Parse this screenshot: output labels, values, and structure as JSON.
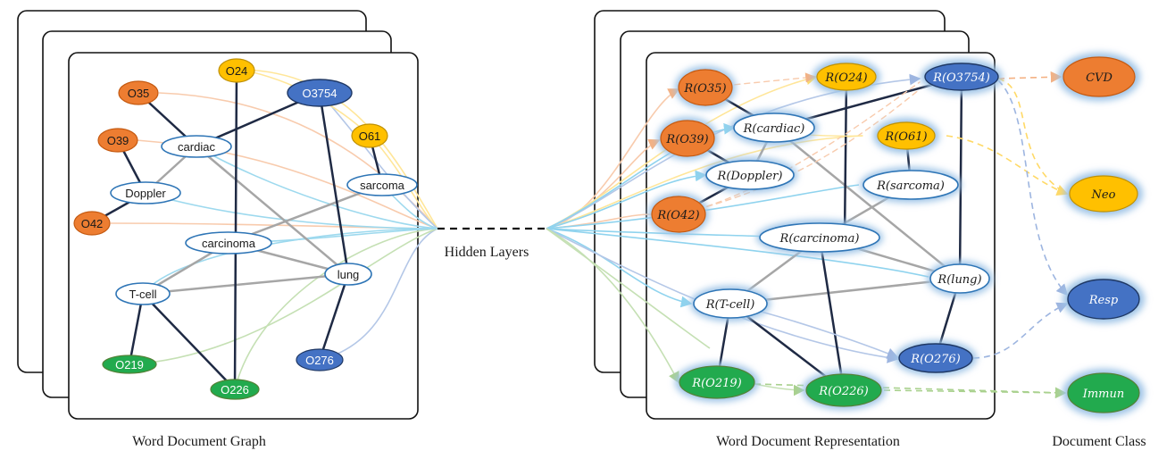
{
  "colors": {
    "cvd": "#ED7D31",
    "neo": "#FFC000",
    "resp": "#4472C4",
    "immun": "#22AA4E",
    "word_border": "#2E75B6",
    "edge_dark": "#1F2A44",
    "edge_gray": "#A6A6A6",
    "glow": "#9DC3E6"
  },
  "captions": {
    "graph": "Word Document Graph",
    "hidden": "Hidden Layers",
    "representation": "Word Document Representation",
    "class": "Document Class"
  },
  "graph_nodes": {
    "o35": "O35",
    "o24": "O24",
    "o3754": "O3754",
    "o39": "O39",
    "cardiac": "cardiac",
    "o61": "O61",
    "doppler": "Doppler",
    "sarcoma": "sarcoma",
    "o42": "O42",
    "carcinoma": "carcinoma",
    "lung": "lung",
    "tcell": "T-cell",
    "o219": "O219",
    "o276": "O276",
    "o226": "O226"
  },
  "rep_nodes": {
    "o35": "R(O35)",
    "o24": "R(O24)",
    "o3754": "R(O3754)",
    "o39": "R(O39)",
    "cardiac": "R(cardiac)",
    "o61": "R(O61)",
    "doppler": "R(Doppler)",
    "sarcoma": "R(sarcoma)",
    "o42": "R(O42)",
    "carcinoma": "R(carcinoma)",
    "lung": "R(lung)",
    "tcell": "R(T-cell)",
    "o276": "R(O276)",
    "o219": "R(O219)",
    "o226": "R(O226)"
  },
  "classes": {
    "cvd": "CVD",
    "neo": "Neo",
    "resp": "Resp",
    "immun": "Immun"
  }
}
